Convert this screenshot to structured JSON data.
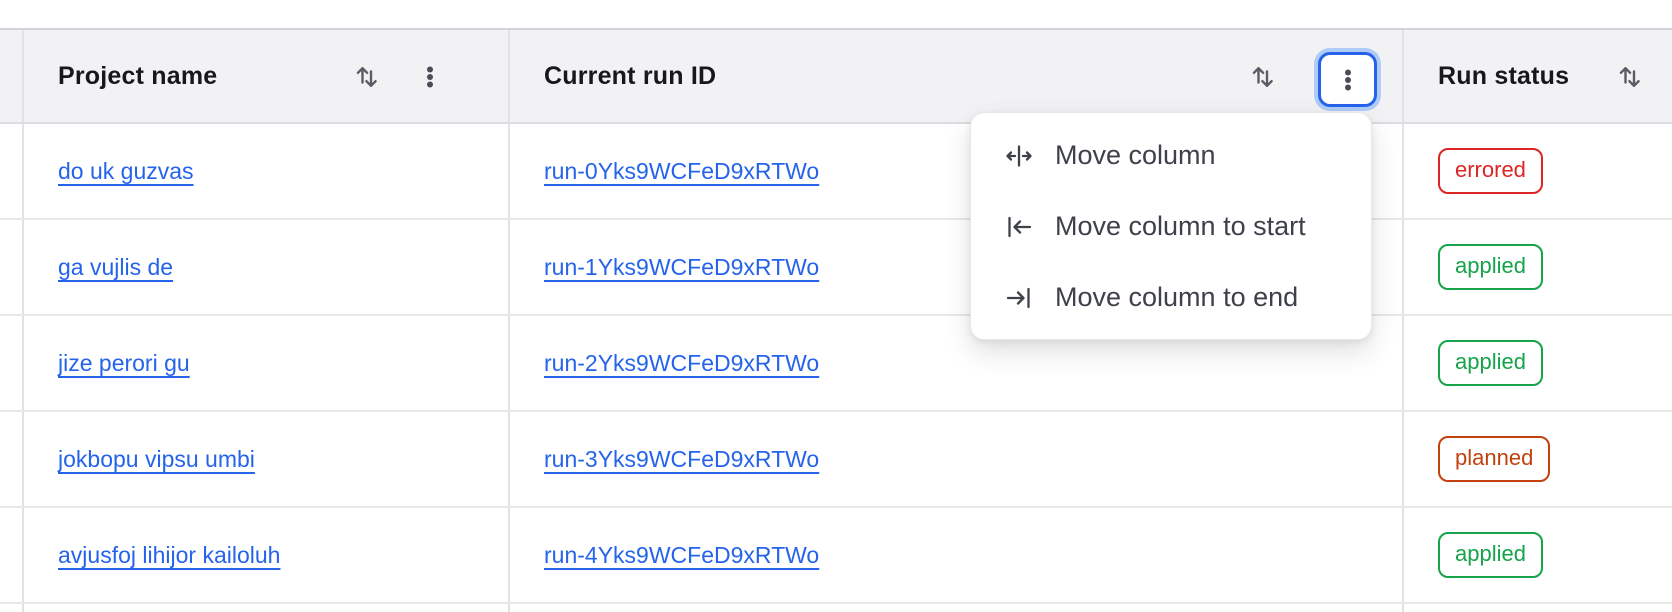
{
  "table": {
    "header": {
      "columns": [
        {
          "id": "project",
          "label": "Project name",
          "sort_icon": "sort-arrows-icon",
          "menu_icon": "kebab-icon"
        },
        {
          "id": "run",
          "label": "Current run ID",
          "sort_icon": "sort-arrows-icon",
          "menu_icon": "kebab-icon",
          "menu_open": true
        },
        {
          "id": "status",
          "label": "Run status",
          "sort_icon": "sort-arrows-icon"
        }
      ]
    },
    "rows": [
      {
        "project": "do uk guzvas",
        "run_id": "run-0Yks9WCFeD9xRTWo",
        "status": "errored"
      },
      {
        "project": "ga vujlis de",
        "run_id": "run-1Yks9WCFeD9xRTWo",
        "status": "applied"
      },
      {
        "project": "jize perori gu",
        "run_id": "run-2Yks9WCFeD9xRTWo",
        "status": "applied"
      },
      {
        "project": "jokbopu vipsu umbi",
        "run_id": "run-3Yks9WCFeD9xRTWo",
        "status": "planned"
      },
      {
        "project": "avjusfoj lihijor kailoluh",
        "run_id": "run-4Yks9WCFeD9xRTWo",
        "status": "applied"
      }
    ]
  },
  "column_menu": {
    "open_for_column": "Current run ID",
    "items": [
      {
        "icon": "move-column-icon",
        "label": "Move column"
      },
      {
        "icon": "move-column-to-start-icon",
        "label": "Move column to start"
      },
      {
        "icon": "move-column-to-end-icon",
        "label": "Move column to end"
      }
    ]
  },
  "colors": {
    "link": "#2563eb",
    "focus_ring": "#2563eb",
    "focus_halo": "#afcbf8",
    "status_errored": "#dc2626",
    "status_applied": "#16a34a",
    "status_planned": "#c2410c",
    "header_bg": "#f2f2f4",
    "border": "#e7e7ea",
    "menu_text": "#3f414a"
  }
}
